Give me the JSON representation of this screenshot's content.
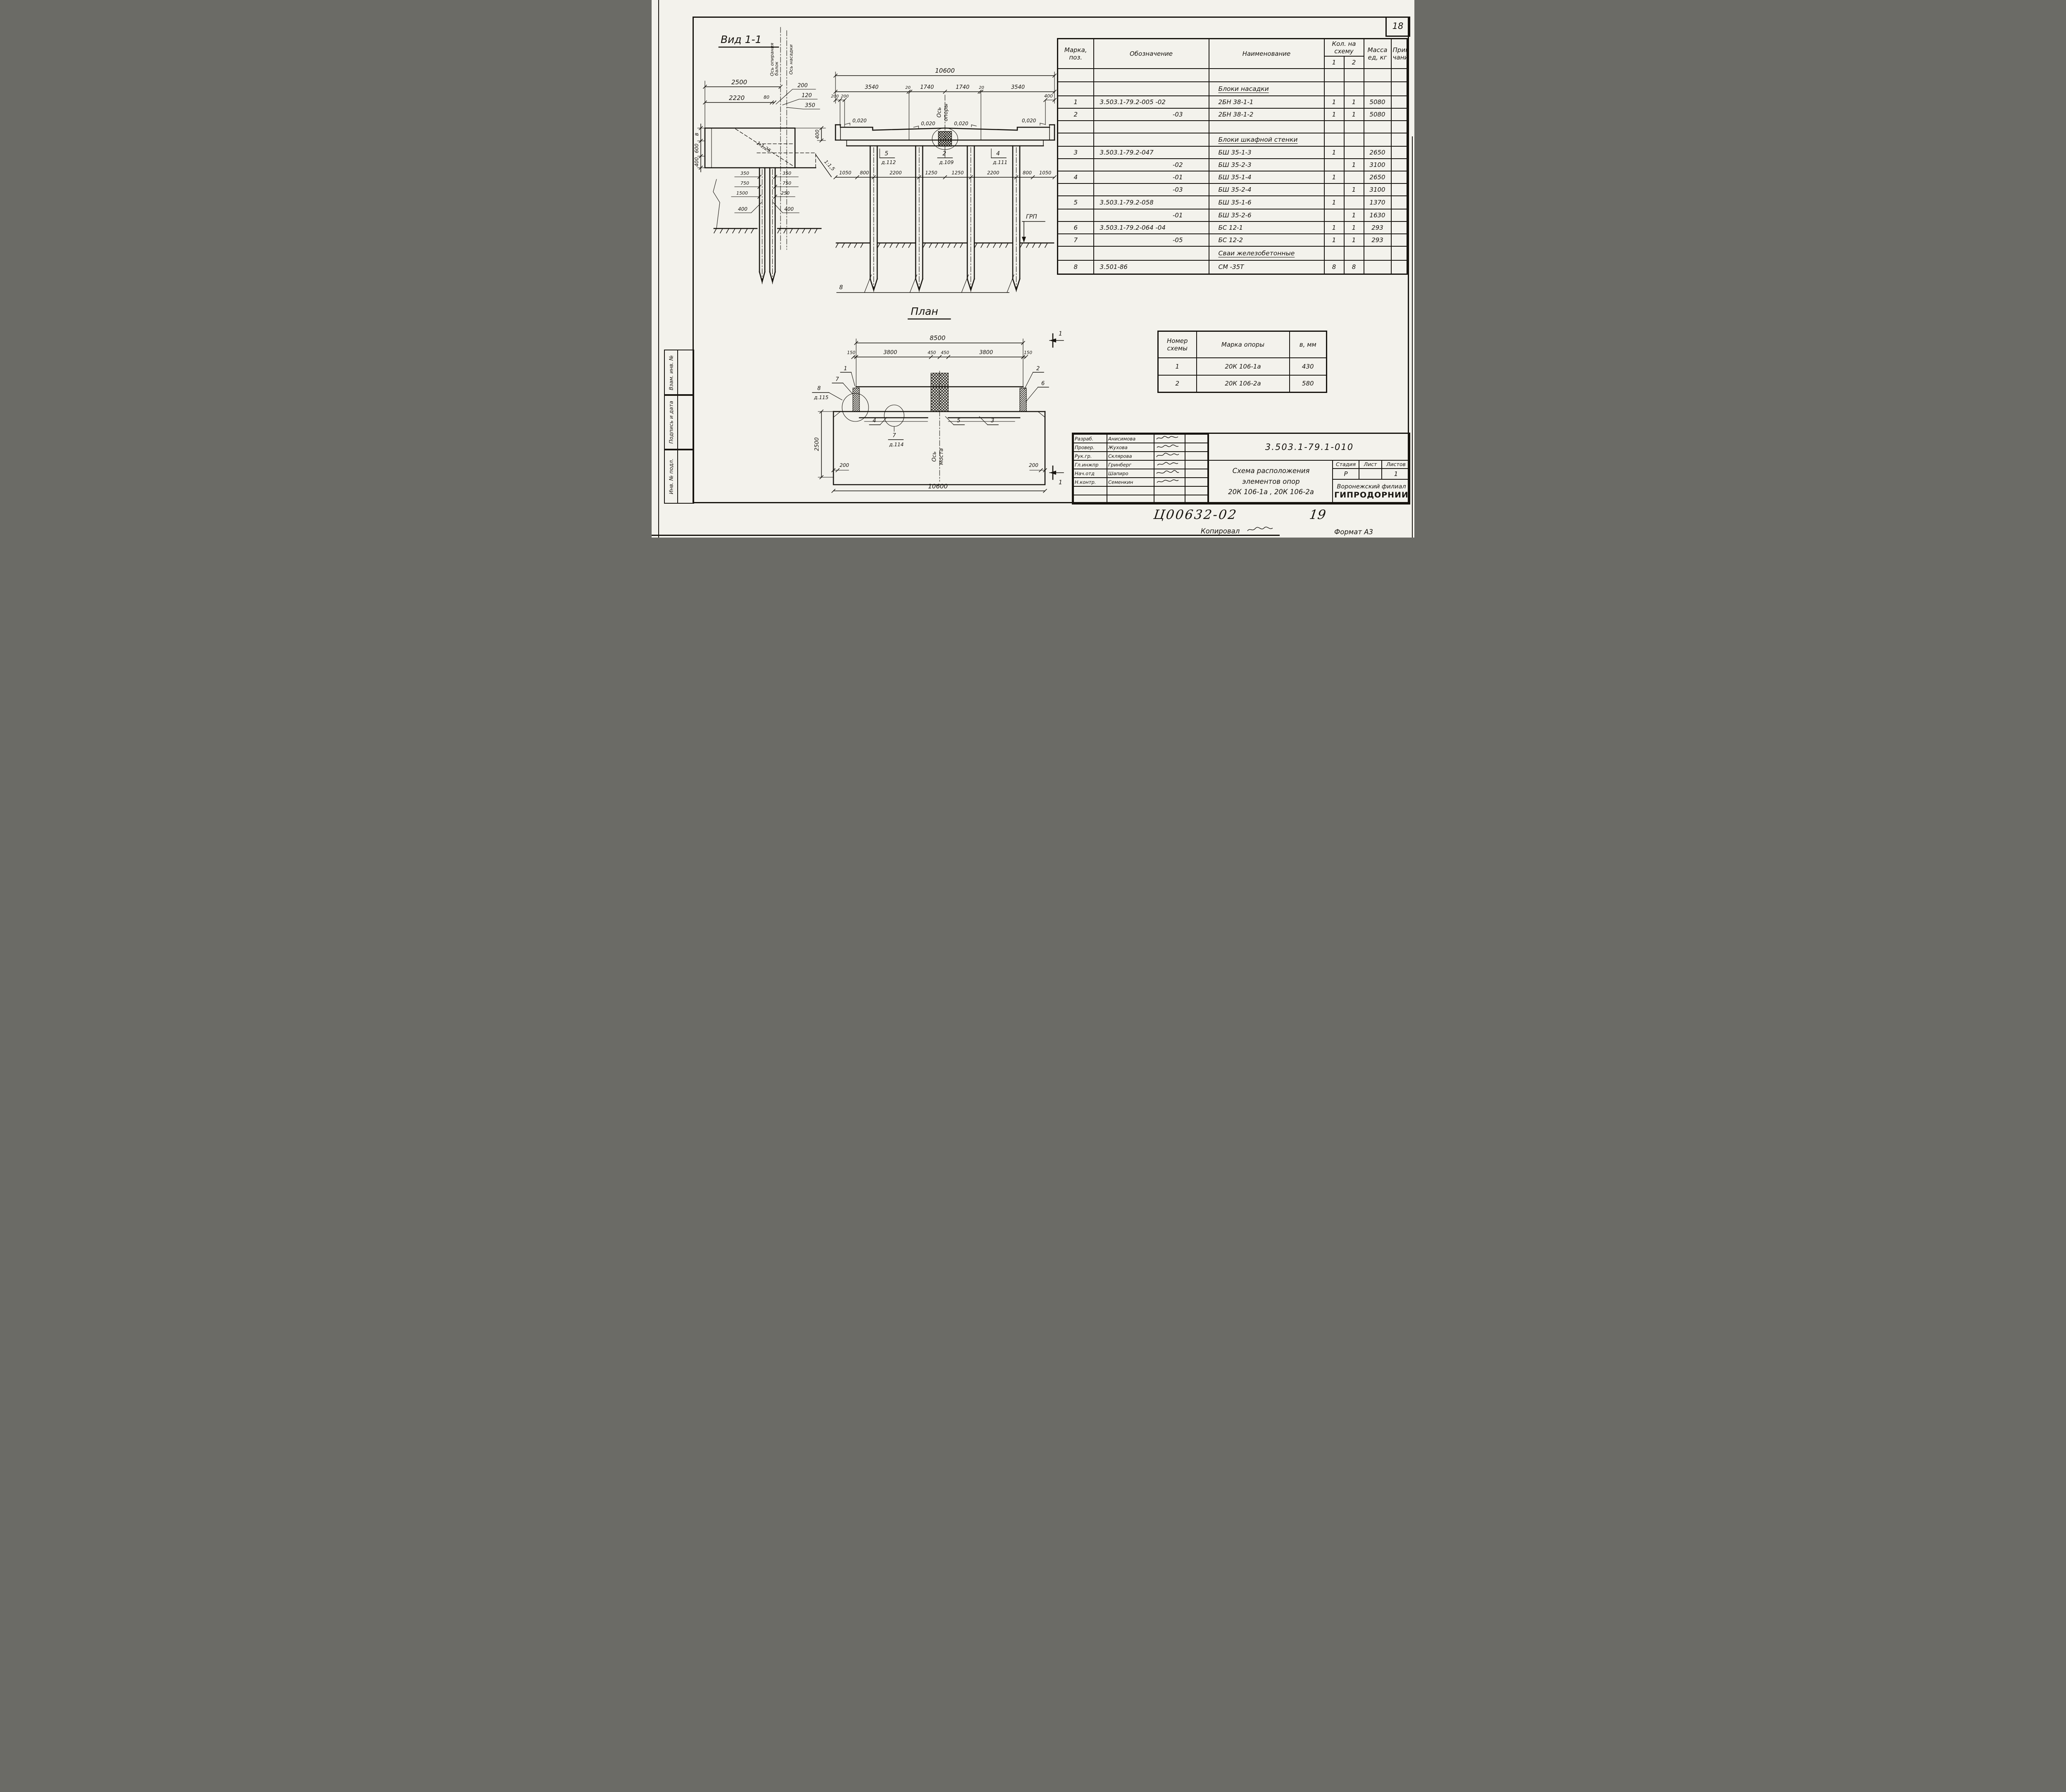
{
  "sheet": {
    "page_number": "18",
    "doc_code": "Ц00632-02",
    "sheet_handwritten": "19",
    "copied_label": "Копировал",
    "format_label": "Формат А3",
    "side_strips": [
      "Взам. инв. №",
      "Подпись и дата",
      "Инв. № подл."
    ]
  },
  "parts_table": {
    "headers": {
      "mark1": "Марка,",
      "mark2": "поз.",
      "designation": "Обозначение",
      "name": "Наименование",
      "qty1": "Кол. на",
      "qty2": "схему",
      "q1": "1",
      "q2": "2",
      "mass1": "Масса",
      "mass2": "ед, кг",
      "note1": "Приме-",
      "note2": "чание"
    },
    "sections": {
      "s1": "Блоки насадки",
      "s2": "Блоки шкафной стенки",
      "s3": "Сваи железобетонные"
    },
    "rows": [
      {
        "pos": "1",
        "sign": "3.503.1-79.2-005   -02",
        "name": "2БН 38-1-1",
        "q1": "1",
        "q2": "1",
        "mass": "5080",
        "note": ""
      },
      {
        "pos": "2",
        "sign": "-03",
        "name": "2БН 38-1-2",
        "q1": "1",
        "q2": "1",
        "mass": "5080",
        "note": ""
      },
      {
        "pos": "3",
        "sign": "3.503.1-79.2-047",
        "name": "БШ  35-1-3",
        "q1": "1",
        "q2": "",
        "mass": "2650",
        "note": ""
      },
      {
        "pos": "",
        "sign": "-02",
        "name": "БШ  35-2-3",
        "q1": "",
        "q2": "1",
        "mass": "3100",
        "note": ""
      },
      {
        "pos": "4",
        "sign": "-01",
        "name": "БШ  35-1-4",
        "q1": "1",
        "q2": "",
        "mass": "2650",
        "note": ""
      },
      {
        "pos": "",
        "sign": "-03",
        "name": "БШ  35-2-4",
        "q1": "",
        "q2": "1",
        "mass": "3100",
        "note": ""
      },
      {
        "pos": "5",
        "sign": "3.503.1-79.2-058",
        "name": "БШ  35-1-6",
        "q1": "1",
        "q2": "",
        "mass": "1370",
        "note": ""
      },
      {
        "pos": "",
        "sign": "-01",
        "name": "БШ  35-2-6",
        "q1": "",
        "q2": "1",
        "mass": "1630",
        "note": ""
      },
      {
        "pos": "6",
        "sign": "3.503.1-79.2-064  -04",
        "name": "БС  12-1",
        "q1": "1",
        "q2": "1",
        "mass": "293",
        "note": ""
      },
      {
        "pos": "7",
        "sign": "-05",
        "name": "БС  12-2",
        "q1": "1",
        "q2": "1",
        "mass": "293",
        "note": ""
      },
      {
        "pos": "8",
        "sign": "3.501-86",
        "name": "СМ -35Т",
        "q1": "8",
        "q2": "8",
        "mass": "",
        "note": ""
      }
    ]
  },
  "scheme_table": {
    "h_num1": "Номер",
    "h_num2": "схемы",
    "h_mark": "Марка опоры",
    "h_b": "в, мм",
    "rows": [
      {
        "num": "1",
        "mark": "20К 106-1а",
        "b": "430"
      },
      {
        "num": "2",
        "mark": "20К 106-2а",
        "b": "580"
      }
    ]
  },
  "title_block": {
    "doc_number": "3.503.1-79.1-010",
    "title_line1": "Схема расположения",
    "title_line2": "элементов опор",
    "title_line3": "20К 106-1а , 20К 106-2а",
    "stage_label": "Стадия",
    "sheet_label": "Лист",
    "sheets_label": "Листов",
    "stage": "Р",
    "sheet": "",
    "sheets": "1",
    "org_line1": "Воронежский филиал",
    "org_line2": "ГИПРОДОРНИИ",
    "roles": [
      {
        "role": "Разраб.",
        "name": "Анисимова"
      },
      {
        "role": "Провер.",
        "name": "Жухова"
      },
      {
        "role": "Рук.гр.",
        "name": "Склярова"
      },
      {
        "role": "Гл.инжпр",
        "name": "Гринберг"
      },
      {
        "role": "Нач.отд",
        "name": "Шапиро"
      },
      {
        "role": "Н.контр.",
        "name": "Семенкин"
      }
    ]
  },
  "view1": {
    "title": "Вид 1-1",
    "axis_b1": "Ось опирания",
    "axis_b2": "балок",
    "axis_cap": "Ось насадки",
    "d2500": "2500",
    "d2220": "2220",
    "d80": "80",
    "d200": "200",
    "d120": "120",
    "d350": "350",
    "vb": "в",
    "v600": "600",
    "v400": "400",
    "slope125": "1:1,25",
    "r400": "400",
    "slope15": "1:1,5",
    "l350": "350",
    "l750": "750",
    "l1500": "1500",
    "rr350": "350",
    "rr750": "750",
    "r250": "250",
    "p400l": "400",
    "p400r": "400"
  },
  "elev": {
    "d10600": "10600",
    "seg": [
      "3540",
      "20",
      "1740",
      "1740",
      "20",
      "3540"
    ],
    "l200a": "200",
    "l200b": "200",
    "r400": "400",
    "axis1": "Ось",
    "axis2": "опоры",
    "slopes": [
      "0,020",
      "0,020",
      "0,020",
      "0,020"
    ],
    "callouts": [
      {
        "n": "5",
        "d": "д.112"
      },
      {
        "n": "2",
        "d": "д.109"
      },
      {
        "n": "4",
        "d": "д.111"
      }
    ],
    "bottom": [
      "1050",
      "800",
      "2200",
      "1250",
      "1250",
      "2200",
      "800",
      "1050"
    ],
    "grp": "ГРП",
    "pos8": "8"
  },
  "plan": {
    "title": "План",
    "d8500": "8500",
    "seg": [
      "150",
      "3800",
      "450",
      "450",
      "3800",
      "150"
    ],
    "v2500": "2500",
    "b200l": "200",
    "b200r": "200",
    "d10600": "10600",
    "axis1": "Ось",
    "axis2": "моста",
    "pos": {
      "p1": "1",
      "p7t": "7",
      "p8": "8",
      "d115": "д.115",
      "p2": "2",
      "p6": "6",
      "p4": "4",
      "p7b": "7",
      "d114": "д.114",
      "p5": "5",
      "p3": "3"
    },
    "sec1": "1",
    "sec2": "1"
  }
}
